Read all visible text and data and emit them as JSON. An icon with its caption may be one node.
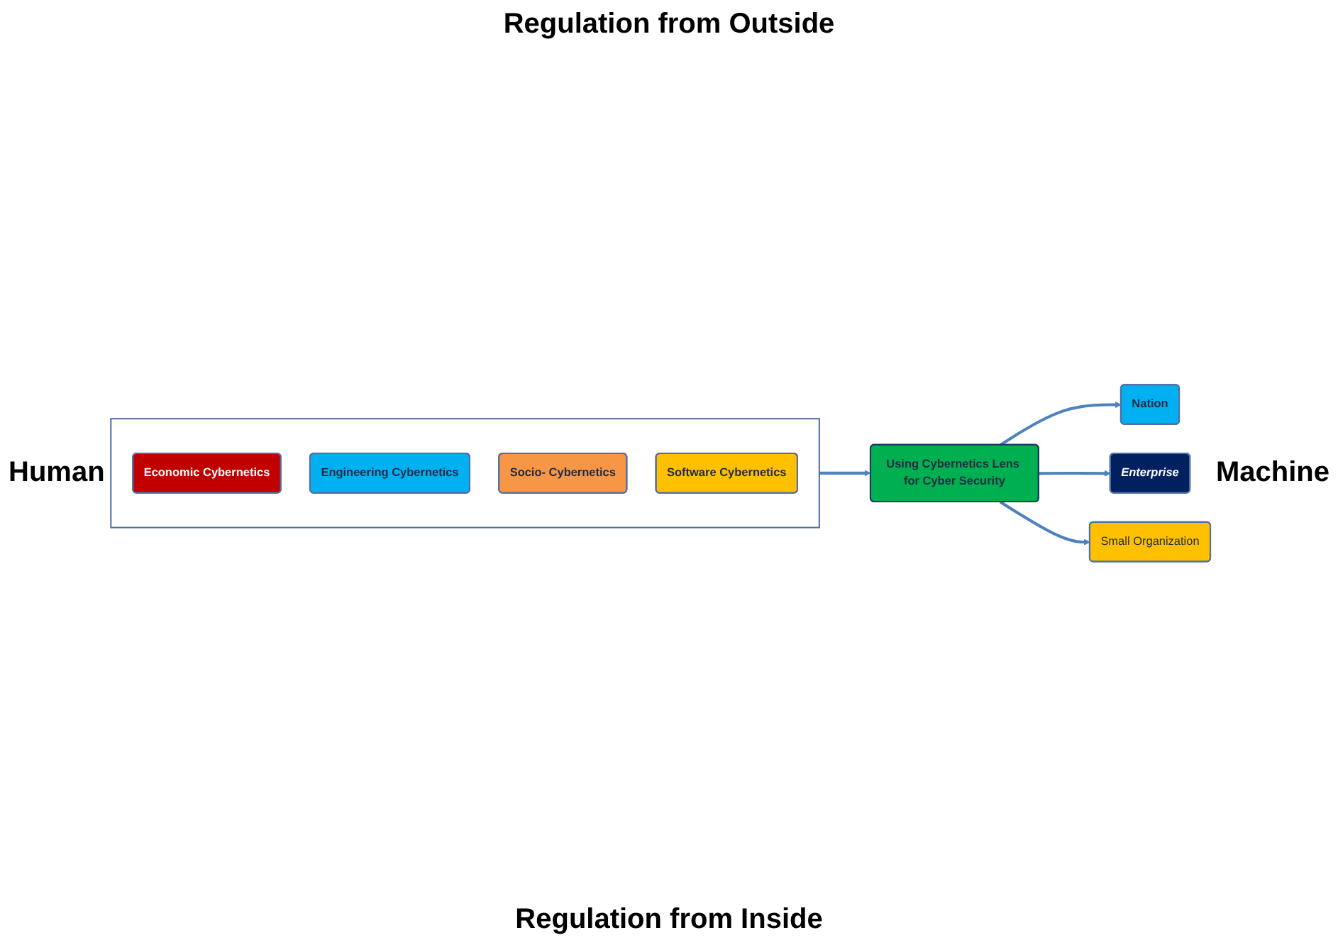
{
  "diagram": {
    "nodes": [
      {
        "text": [],
        "shape": "box"
      },
      {
        "text": [
          "Economic Cybernetics"
        ],
        "in": 0
      },
      {
        "text": [
          "Engineering Cybernetics"
        ],
        "in": 0
      },
      {
        "text": [
          "Socio- Cybernetics"
        ],
        "in": 0
      },
      {
        "text": [
          "Software Cybernetics"
        ],
        "in": 0
      },
      {
        "text": [
          "Using Cybernetics Lens for Cyber Security"
        ]
      },
      {
        "text": [
          "Nation"
        ]
      },
      {
        "text": [
          "Enterprise"
        ]
      },
      {
        "text": [
          "Small Organization"
        ]
      }
    ],
    "edges": [
      {
        "from": 0,
        "to": 5,
        "arrow": "to"
      },
      {
        "from": 5,
        "to": 6,
        "arrow": "to"
      },
      {
        "from": 5,
        "to": 7,
        "arrow": "to"
      },
      {
        "from": 5,
        "to": 8,
        "arrow": "to"
      }
    ],
    "labels": [
      "Regulation from Outside",
      "Human",
      "Machine",
      "Regulation from Inside"
    ]
  }
}
